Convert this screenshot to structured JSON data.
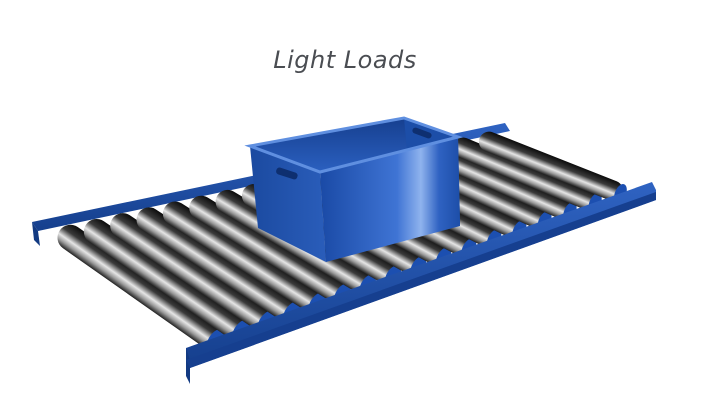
{
  "illustration": {
    "title": "Light Loads",
    "subject": "roller-conveyor-with-crate",
    "colors": {
      "frame": "#1f4fa6",
      "frame_dark": "#123a82",
      "roller_dark": "#0d0d0d",
      "roller_light": "#d9d9d9",
      "crate": "#1d52b3",
      "crate_light": "#5f90e0",
      "background": "#ffffff"
    },
    "roller_count": 17
  }
}
